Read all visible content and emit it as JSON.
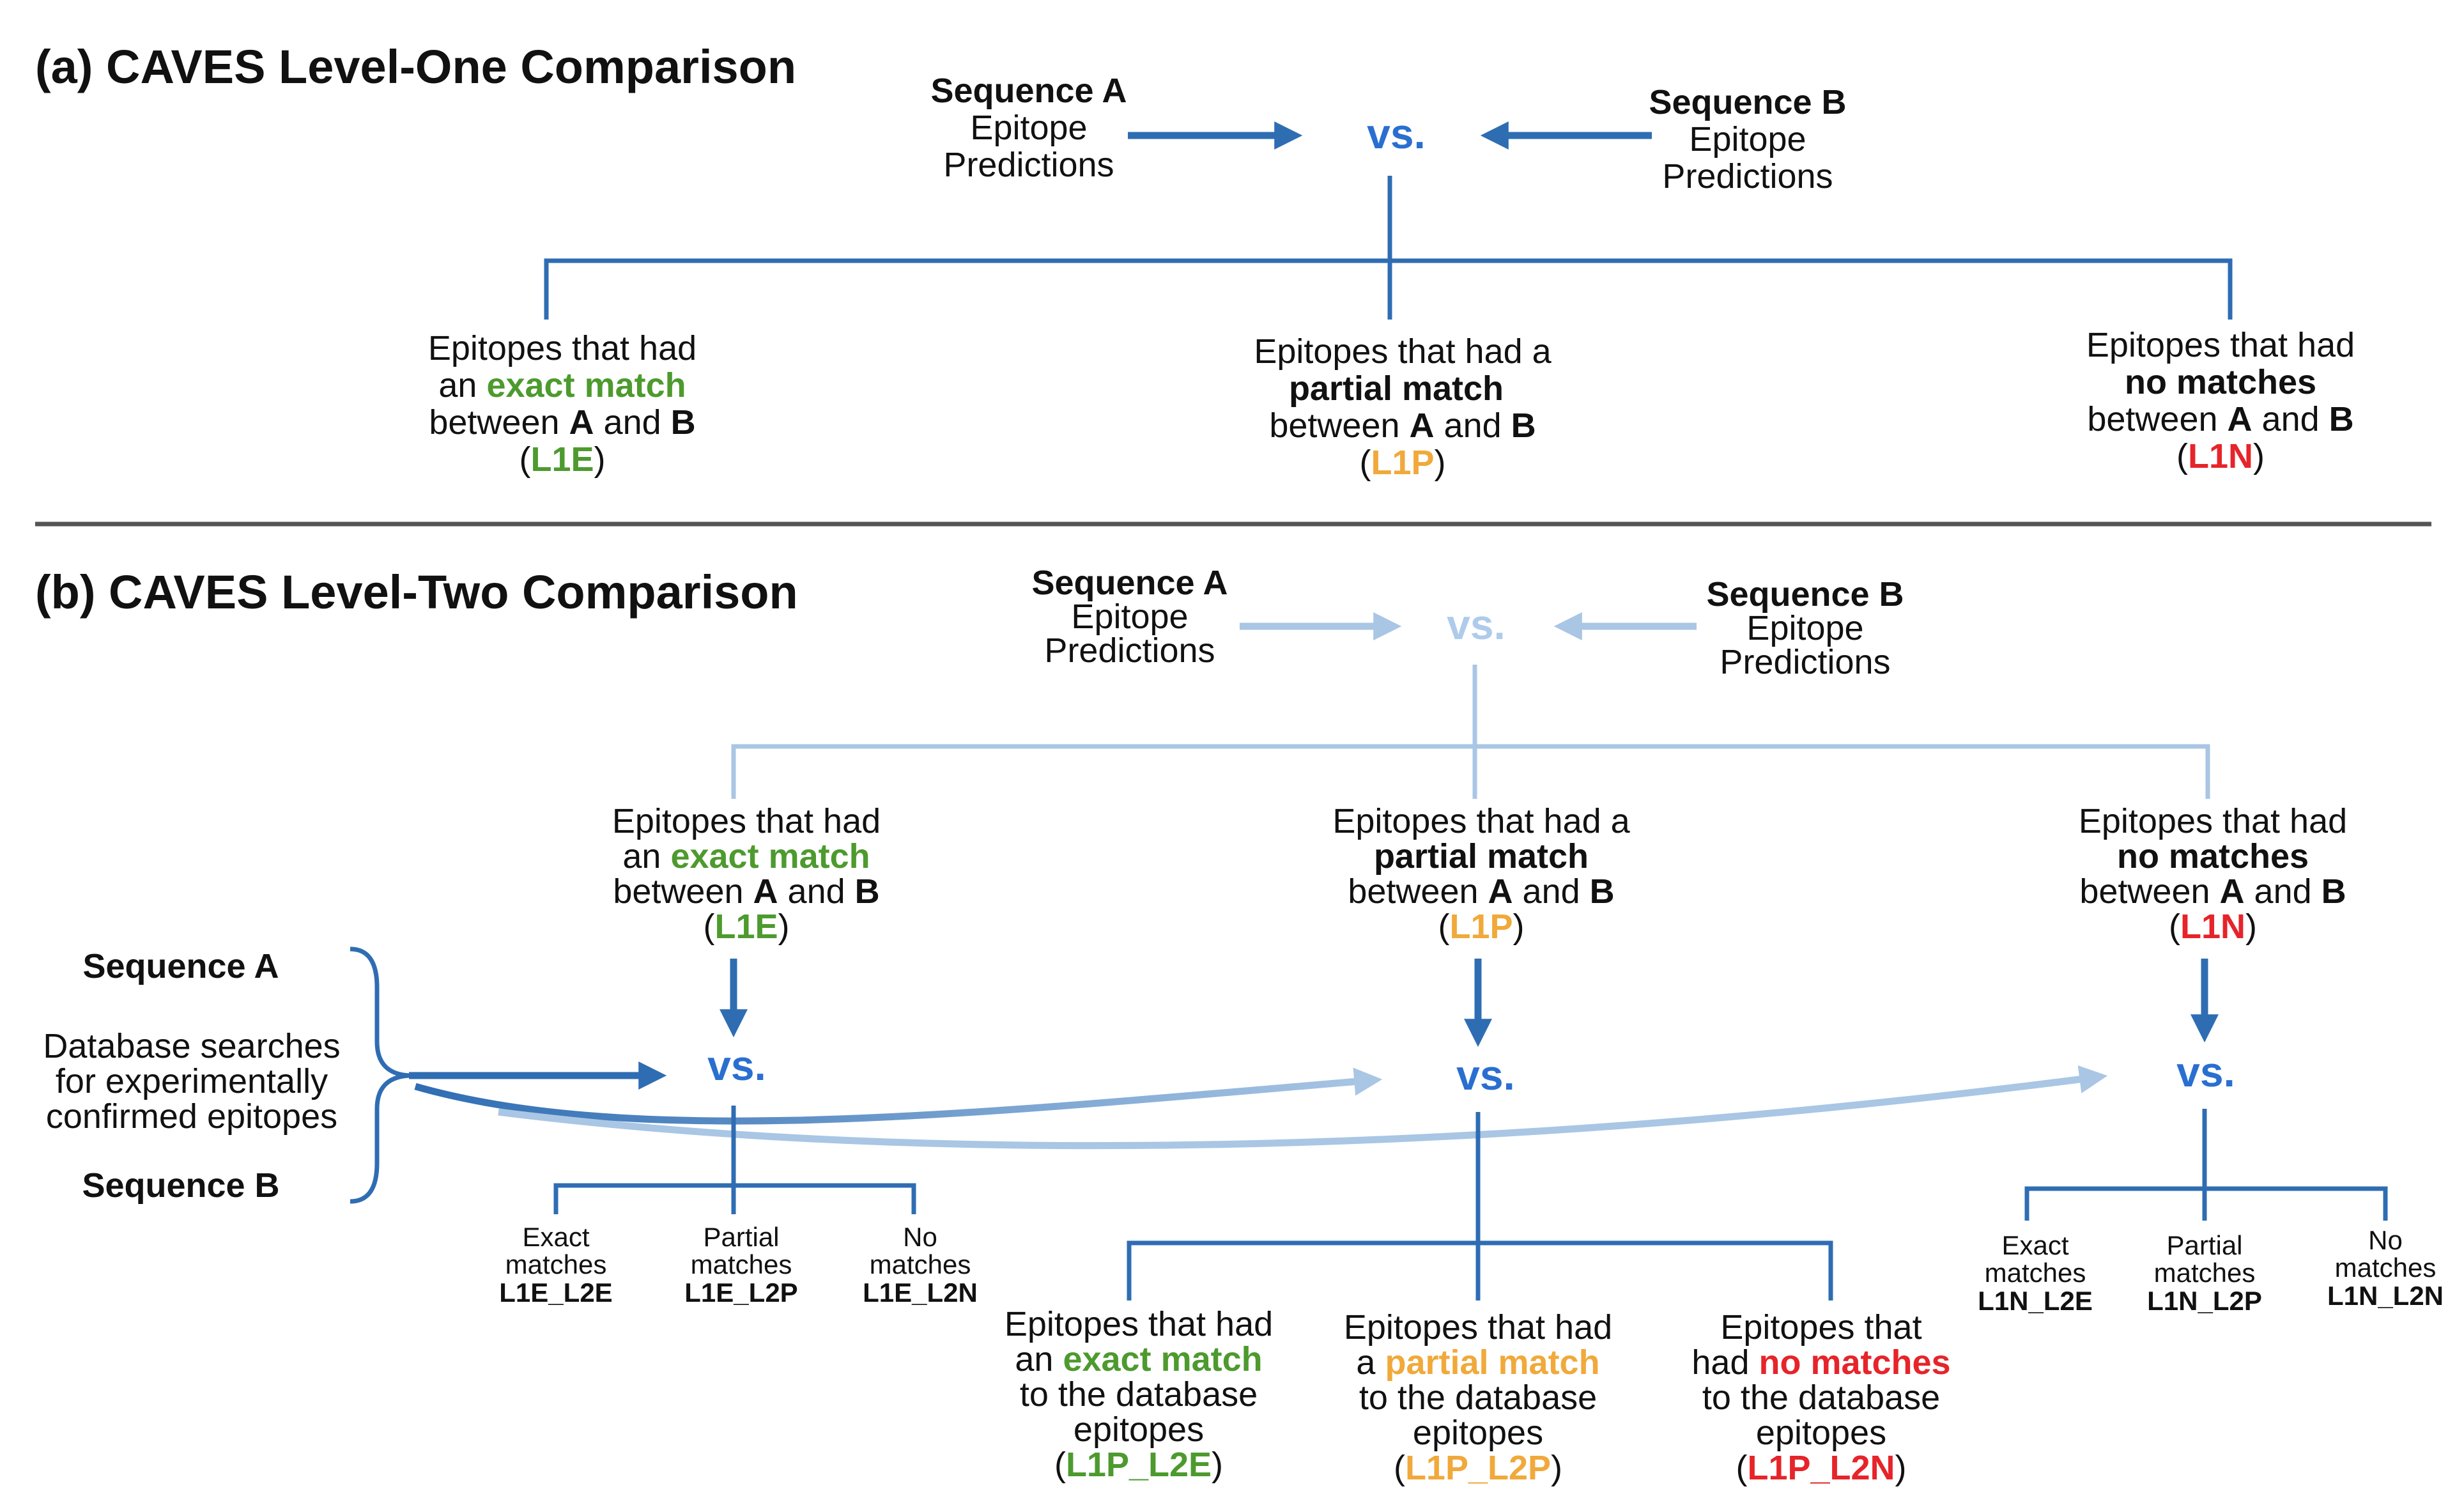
{
  "colors": {
    "exact": "#4d9a2e",
    "partial": "#f0a93a",
    "none": "#e6242a",
    "blue": "#2f6db3",
    "vs_blue": "#2a6fd0",
    "faded_blue": "#a9c6e4",
    "faded_vs": "#aecbeb",
    "faded_text": "#a4a4a4"
  },
  "a": {
    "title": "(a) CAVES Level-One Comparison",
    "seqA": {
      "name": "Sequence A",
      "line2": "Epitope",
      "line3": "Predictions"
    },
    "seqB": {
      "name": "Sequence B",
      "line2": "Epitope",
      "line3": "Predictions"
    },
    "vs": "vs.",
    "exact": {
      "l1": "Epitopes that had",
      "pre": "an ",
      "hl": "exact  match",
      "between": "between ",
      "A": "A",
      "and": " and ",
      "B": "B",
      "code": "L1E"
    },
    "partial": {
      "l1": "Epitopes that had a",
      "hl": "partial match",
      "between": "between ",
      "A": "A",
      "and": " and ",
      "B": "B",
      "code": "L1P"
    },
    "none": {
      "l1": "Epitopes that had",
      "hl": "no matches",
      "between": "between ",
      "A": "A",
      "and": " and ",
      "B": "B",
      "code": "L1N"
    }
  },
  "b": {
    "title": "(b) CAVES Level-Two Comparison",
    "seqA": {
      "name": "Sequence A",
      "line2": "Epitope",
      "line3": "Predictions"
    },
    "seqB": {
      "name": "Sequence B",
      "line2": "Epitope",
      "line3": "Predictions"
    },
    "vs": "vs.",
    "exact": {
      "l1": "Epitopes that had",
      "pre": "an ",
      "hl": "exact  match",
      "between": "between ",
      "A": "A",
      "and": " and ",
      "B": "B",
      "code": "L1E"
    },
    "partial": {
      "l1": "Epitopes that had a",
      "hl": "partial match",
      "between": "between ",
      "A": "A",
      "and": " and ",
      "B": "B",
      "code": "L1P"
    },
    "none": {
      "l1": "Epitopes that had",
      "hl": "no matches",
      "between": "between ",
      "A": "A",
      "and": " and ",
      "B": "B",
      "code": "L1N"
    },
    "db": {
      "seqA": "Sequence A",
      "l1": "Database searches",
      "l2": "for experimentally",
      "l3": "confirmed epitopes",
      "seqB": "Sequence B"
    },
    "left": {
      "exact": {
        "l1": "Exact",
        "l2": "matches",
        "code": "L1E_L2E"
      },
      "partial": {
        "l1": "Partial",
        "l2": "matches",
        "code": "L1E_L2P"
      },
      "none": {
        "l1": "No",
        "l2": "matches",
        "code": "L1E_L2N"
      }
    },
    "right": {
      "exact": {
        "l1": "Exact",
        "l2": "matches",
        "code": "L1N_L2E"
      },
      "partial": {
        "l1": "Partial",
        "l2": "matches",
        "code": "L1N_L2P"
      },
      "none": {
        "l1": "No",
        "l2": "matches",
        "code": "L1N_L2N"
      }
    },
    "mid": {
      "exact": {
        "l1": "Epitopes that had",
        "pre": "an ",
        "hl": "exact  match",
        "l3": "to the database",
        "l4": "epitopes",
        "code": "L1P_L2E"
      },
      "partial": {
        "l1": "Epitopes that had",
        "pre": "a ",
        "hl": "partial match",
        "l3": "to the database",
        "l4": "epitopes",
        "code": "L1P_L2P"
      },
      "none": {
        "l1": "Epitopes that",
        "pre": "had ",
        "hl": "no matches",
        "l3": "to the database",
        "l4": "epitopes",
        "code": "L1P_L2N"
      }
    }
  }
}
